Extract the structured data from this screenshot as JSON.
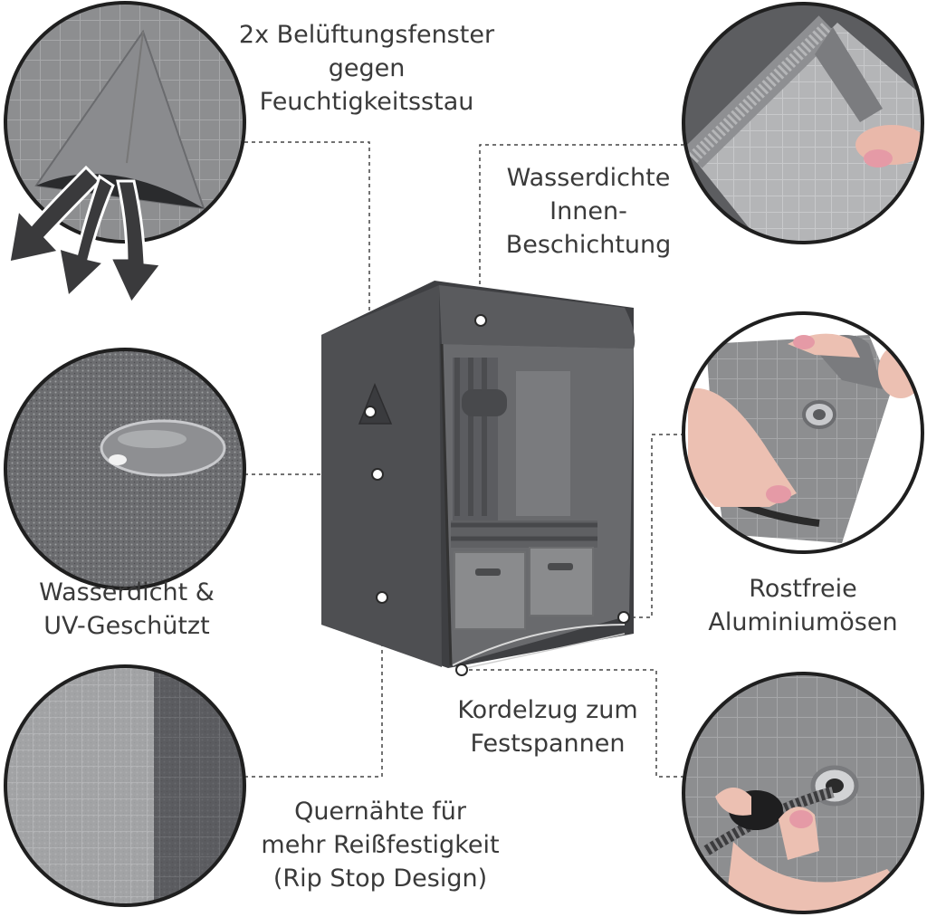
{
  "features": {
    "ventilation": {
      "lines": [
        "2x Belüftungsfenster",
        "gegen",
        "Feuchtigkeitsstau"
      ]
    },
    "inner_coating": {
      "lines": [
        "Wasserdichte",
        "Innen-",
        "Beschichtung"
      ]
    },
    "waterproof_uv": {
      "lines": [
        "Wasserdicht &",
        "UV-Geschützt"
      ]
    },
    "eyelets": {
      "lines": [
        "Rostfreie",
        "Aluminiumösen"
      ]
    },
    "drawstring": {
      "lines": [
        "Kordelzug zum",
        "Festspannen"
      ]
    },
    "ripstop": {
      "lines": [
        "Quernähte für",
        "mehr Reißfestigkeit",
        "(Rip Stop Design)"
      ]
    }
  },
  "colors": {
    "text": "#3a3a3a",
    "cover": "#4d4e50",
    "fabric": "#8a8b8d",
    "ring": "#1f1f1f"
  }
}
